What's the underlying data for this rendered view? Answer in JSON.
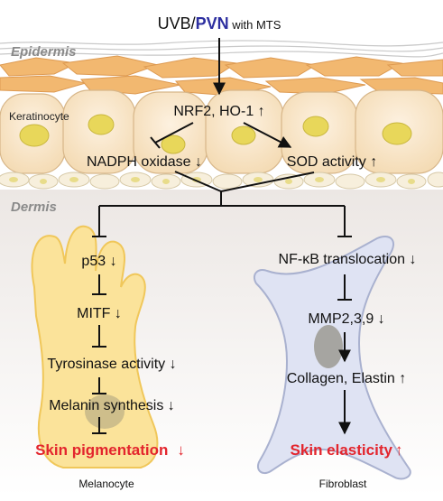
{
  "header": {
    "prefix": "UVB/",
    "highlight": "PVN",
    "suffix": " with MTS"
  },
  "layers": {
    "epidermis": "Epidermis",
    "dermis": "Dermis"
  },
  "cells": {
    "keratinocyte": "Keratinocyte",
    "melanocyte": "Melanocyte",
    "fibroblast": "Fibroblast"
  },
  "nodes": {
    "nrf2": "NRF2, HO-1 ↑",
    "nadph": "NADPH oxidase ↓",
    "sod": "SOD activity ↑",
    "p53": "p53 ↓",
    "mitf": "MITF ↓",
    "tyrosinase": "Tyrosinase activity ↓",
    "melanin": "Melanin synthesis ↓",
    "nfkb": "NF-κB translocation ↓",
    "mmp": "MMP2,3,9 ↓",
    "collagen": "Collagen, Elastin ↑"
  },
  "outcomes": {
    "pigmentation_label": "Skin pigmentation",
    "pigmentation_arrow": "↓",
    "elasticity_label": "Skin elasticity",
    "elasticity_arrow": "↑"
  },
  "colors": {
    "highlight": "#2d2fa0",
    "outcome": "#e3252d",
    "layer_label": "#8a8a8a",
    "skin_orange": "#f2b870",
    "melanocyte_fill": "#fbe39a",
    "fibroblast_fill": "#dfe3f3"
  }
}
